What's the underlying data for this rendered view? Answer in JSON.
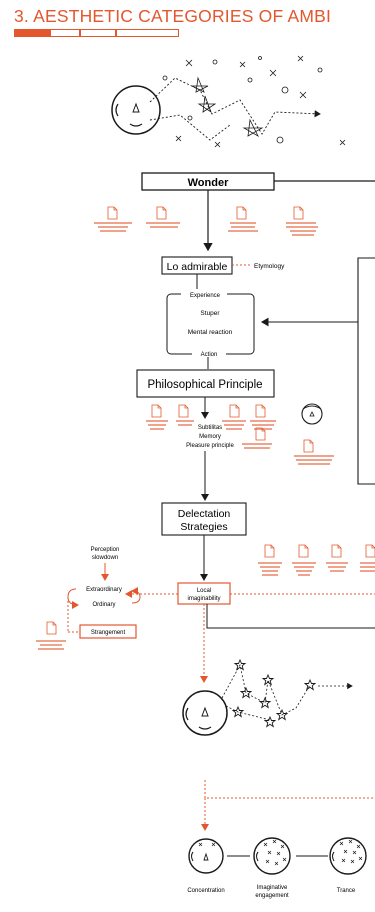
{
  "header": {
    "title": "3. AESTHETIC CATEGORIES OF AMBI",
    "accent": "#e4572e"
  },
  "nodes": {
    "wonder": "Wonder",
    "lo_admirable": "Lo admirable",
    "etymology": "Etymology",
    "experience": "Experience",
    "stuper": "Stuper",
    "mental_reaction": "Mental reaction",
    "action": "Action",
    "philosophical_principle": "Philosophical Principle",
    "subtilitas": "Subtilitas",
    "memory": "Memory",
    "pleasure_principle": "Pleasure principle",
    "delectation_1": "Delectation",
    "delectation_2": "Strategies",
    "perception_1": "Perception",
    "perception_2": "slowdown",
    "extraordinary": "Extraordinary",
    "ordinary": "Ordinary",
    "strangement": "Strangement",
    "local_1": "Local",
    "local_2": "imaginability",
    "concentration": "Concentration",
    "imaginative_1": "Imaginative",
    "imaginative_2": "engagement",
    "trance": "Trance"
  },
  "icons": [
    "head-icon",
    "stars-constellation-icon",
    "document-icon",
    "head-with-stars-icon",
    "arrow-icon"
  ]
}
